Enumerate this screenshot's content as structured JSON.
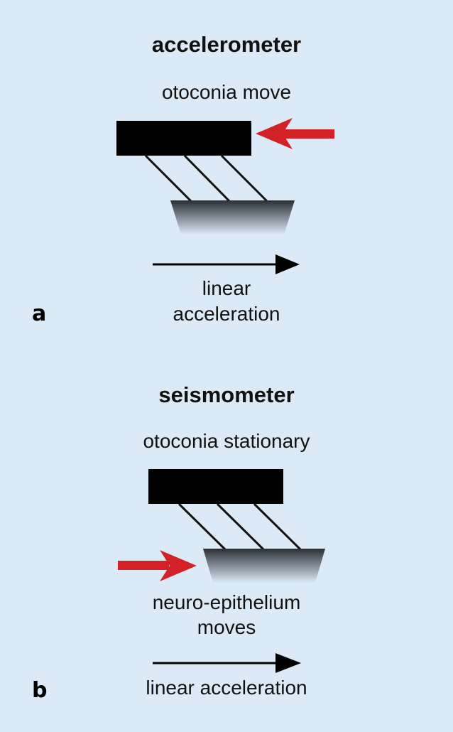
{
  "panel_a": {
    "letter": "a",
    "title": "accelerometer",
    "otoconia_label": "otoconia move",
    "accel_line1": "linear",
    "accel_line2": "acceleration"
  },
  "panel_b": {
    "letter": "b",
    "title": "seismometer",
    "otoconia_label": "otoconia stationary",
    "epithelium_line1": "neuro-epithelium",
    "epithelium_line2": "moves",
    "accel_label": "linear acceleration"
  },
  "colors": {
    "background": "#dce9f6",
    "mass": "#000000",
    "force_arrow": "#d42027",
    "acceleration_arrow": "#000000"
  }
}
